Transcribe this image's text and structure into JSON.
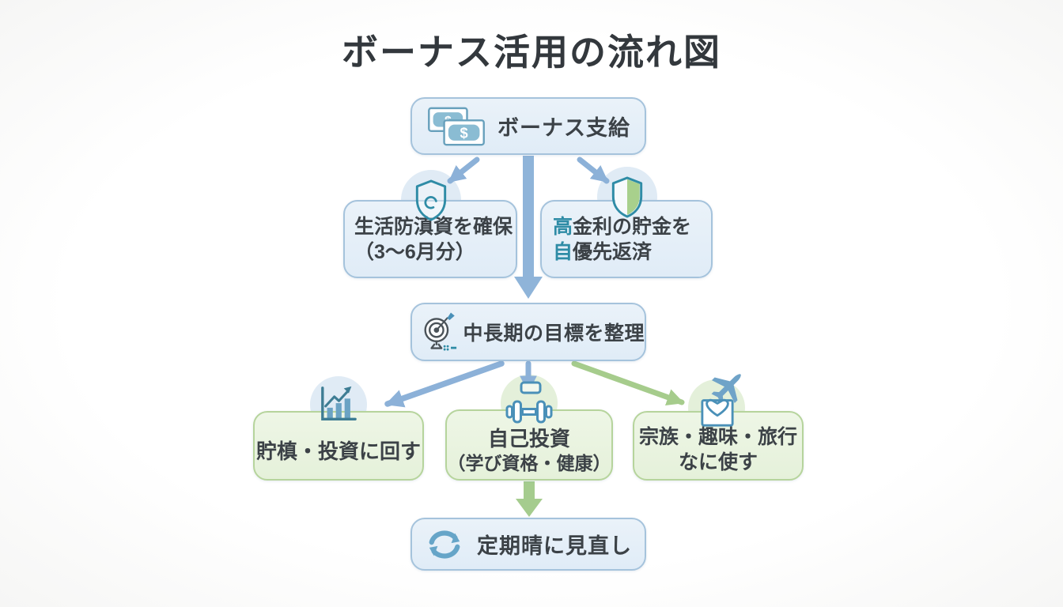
{
  "title": "ボーナス活用の流れ図",
  "nodes": {
    "bonus": {
      "label": "ボーナス支給",
      "icon": "banknotes-icon"
    },
    "emergency_fund": {
      "lines": [
        "生活防滇資を確保",
        "（3〜6月分）"
      ],
      "icon": "shield-icon"
    },
    "debt_repayment": {
      "lines": [
        {
          "accent": "高",
          "text": "金利の貯金を"
        },
        {
          "accent": "自",
          "text": "優先返済"
        }
      ],
      "icon": "shield-half-green-icon"
    },
    "goals": {
      "label": "中長期の目標を整理",
      "icon": "target-dart-icon"
    },
    "savings_invest": {
      "label": "貯槙・投資に回す",
      "icon": "bar-chart-growth-icon"
    },
    "self_investment": {
      "lines": [
        "自己投資",
        "（学び資格・健康）"
      ],
      "icon": "dumbbell-icon"
    },
    "family_hobby": {
      "lines": [
        "宗族・趣味・旅行",
        "なに使す"
      ],
      "icon": "travel-envelope-airplane-icon"
    },
    "review": {
      "label": "定期晴に見直し",
      "icon": "refresh-cycle-icon"
    }
  },
  "colors": {
    "title_text": "#33383d",
    "body_text": "#3c4247",
    "accent_teal": "#2f8ca6",
    "box_blue_bg": "#eaf2f9",
    "box_blue_bg2": "#e0ecf7",
    "box_blue_border": "#a5c3dc",
    "box_green_bg": "#eef6e6",
    "box_green_bg2": "#e5f1da",
    "box_green_border": "#b6d49c",
    "arrow_blue": "#8cb1d8",
    "arrow_thick_blue": "#8fb4d9",
    "arrow_green": "#a6cc8c",
    "arrow_thick_green": "#a5cc8e",
    "icon_blue": "#4a90b8",
    "icon_dark": "#4a5258",
    "circle_blue": "#e0ebf5",
    "circle_green": "#e4f0da",
    "money_fill": "#8abcd3",
    "money_stroke": "#67a0bc",
    "shield_green": "#a8d08c",
    "refresh_blue": "#66a5c8",
    "plane_blue": "#6fa3c8",
    "bar_blue": "#6ba3c4",
    "bar_axis": "#3e7d94"
  }
}
